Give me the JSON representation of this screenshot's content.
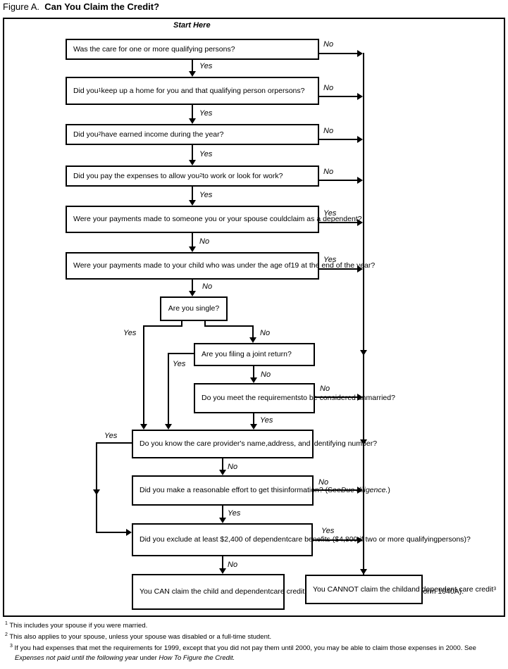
{
  "title": {
    "figure_label": "Figure A.",
    "text": "Can You Claim the Credit?"
  },
  "start_label": "Start Here",
  "colors": {
    "line": "#000000",
    "box_border": "#000000",
    "background": "#ffffff"
  },
  "boxes": {
    "b1": {
      "segments": [
        {
          "t": "Was the care for one or more qualifying persons?"
        }
      ]
    },
    "b2": {
      "segments": [
        {
          "t": "Did you"
        },
        {
          "t": "1",
          "sup": true
        },
        {
          "t": " keep up a home for you and that qualifying person or"
        },
        {
          "br": true
        },
        {
          "t": "persons?"
        }
      ]
    },
    "b3": {
      "segments": [
        {
          "t": "Did you"
        },
        {
          "t": "2",
          "sup": true
        },
        {
          "t": " have earned income during the year?"
        }
      ]
    },
    "b4": {
      "segments": [
        {
          "t": "Did you pay the expenses to allow you"
        },
        {
          "t": "2",
          "sup": true
        },
        {
          "t": " to work or look for work?"
        }
      ]
    },
    "b5": {
      "segments": [
        {
          "t": "Were your payments made to someone you or your spouse could"
        },
        {
          "br": true
        },
        {
          "t": "claim as a dependent?"
        }
      ]
    },
    "b6": {
      "segments": [
        {
          "t": "Were your payments made to your child who was under the age of"
        },
        {
          "br": true
        },
        {
          "t": "19 at the end of the year?"
        }
      ]
    },
    "b7": {
      "segments": [
        {
          "t": "Are you single?"
        }
      ]
    },
    "b8": {
      "segments": [
        {
          "t": "Are you filing a joint return?"
        }
      ]
    },
    "b9": {
      "segments": [
        {
          "t": "Do you meet the requirements"
        },
        {
          "br": true
        },
        {
          "t": "to be considered unmarried?"
        }
      ]
    },
    "b10": {
      "segments": [
        {
          "t": "Do you know the care provider's name,"
        },
        {
          "br": true
        },
        {
          "t": "address, and identifying number?"
        }
      ]
    },
    "b11": {
      "segments": [
        {
          "t": "Did you make a reasonable effort to get this"
        },
        {
          "br": true
        },
        {
          "t": "information? (See "
        },
        {
          "t": "Due diligence.",
          "i": true
        },
        {
          "t": ")"
        }
      ]
    },
    "b12": {
      "segments": [
        {
          "t": "Did you exclude at least $2,400 of dependent"
        },
        {
          "br": true
        },
        {
          "t": "care benefits ($4,800 if two or more qualifying"
        },
        {
          "br": true
        },
        {
          "t": "persons)?"
        }
      ]
    },
    "b13": {
      "segments": [
        {
          "t": "You CAN claim the child and dependent"
        },
        {
          "br": true
        },
        {
          "t": "care credit. Fill out Form 2441 or"
        },
        {
          "br": true
        },
        {
          "t": "Schedule 2 (Form 1040A)."
        }
      ]
    },
    "b14": {
      "segments": [
        {
          "t": "You CANNOT claim the child"
        },
        {
          "br": true
        },
        {
          "t": "and dependent care credit"
        },
        {
          "t": "3",
          "sup": true
        }
      ]
    }
  },
  "edges": {
    "b1_no": "No",
    "b1_yes": "Yes",
    "b2_no": "No",
    "b2_yes": "Yes",
    "b3_no": "No",
    "b3_yes": "Yes",
    "b4_no": "No",
    "b4_yes": "Yes",
    "b5_yes": "Yes",
    "b5_no": "No",
    "b6_yes": "Yes",
    "b6_no": "No",
    "b7_yes": "Yes",
    "b7_no": "No",
    "b8_yes": "Yes",
    "b8_no": "No",
    "b9_no": "No",
    "b9_yes": "Yes",
    "b10_yes": "Yes",
    "b10_no": "No",
    "b11_no": "No",
    "b11_yes": "Yes",
    "b12_yes": "Yes",
    "b12_no": "No"
  },
  "footnotes": {
    "f1": {
      "segments": [
        {
          "t": "1",
          "sup": true
        },
        {
          "t": " This includes your spouse if you were married."
        }
      ]
    },
    "f2": {
      "segments": [
        {
          "t": "2",
          "sup": true
        },
        {
          "t": " This also applies to your spouse, unless your spouse was disabled or a full-time student."
        }
      ]
    },
    "f3": {
      "segments": [
        {
          "t": "3",
          "sup": true
        },
        {
          "t": " If you had expenses that met the requirements for 1999, except that you did not pay them until 2000, you may be able to claim those expenses in 2000. See"
        },
        {
          "br": true
        },
        {
          "t": "Expenses not paid until the following year",
          "i": true
        },
        {
          "t": " under "
        },
        {
          "t": "How To Figure the Credit.",
          "i": true
        }
      ]
    }
  }
}
